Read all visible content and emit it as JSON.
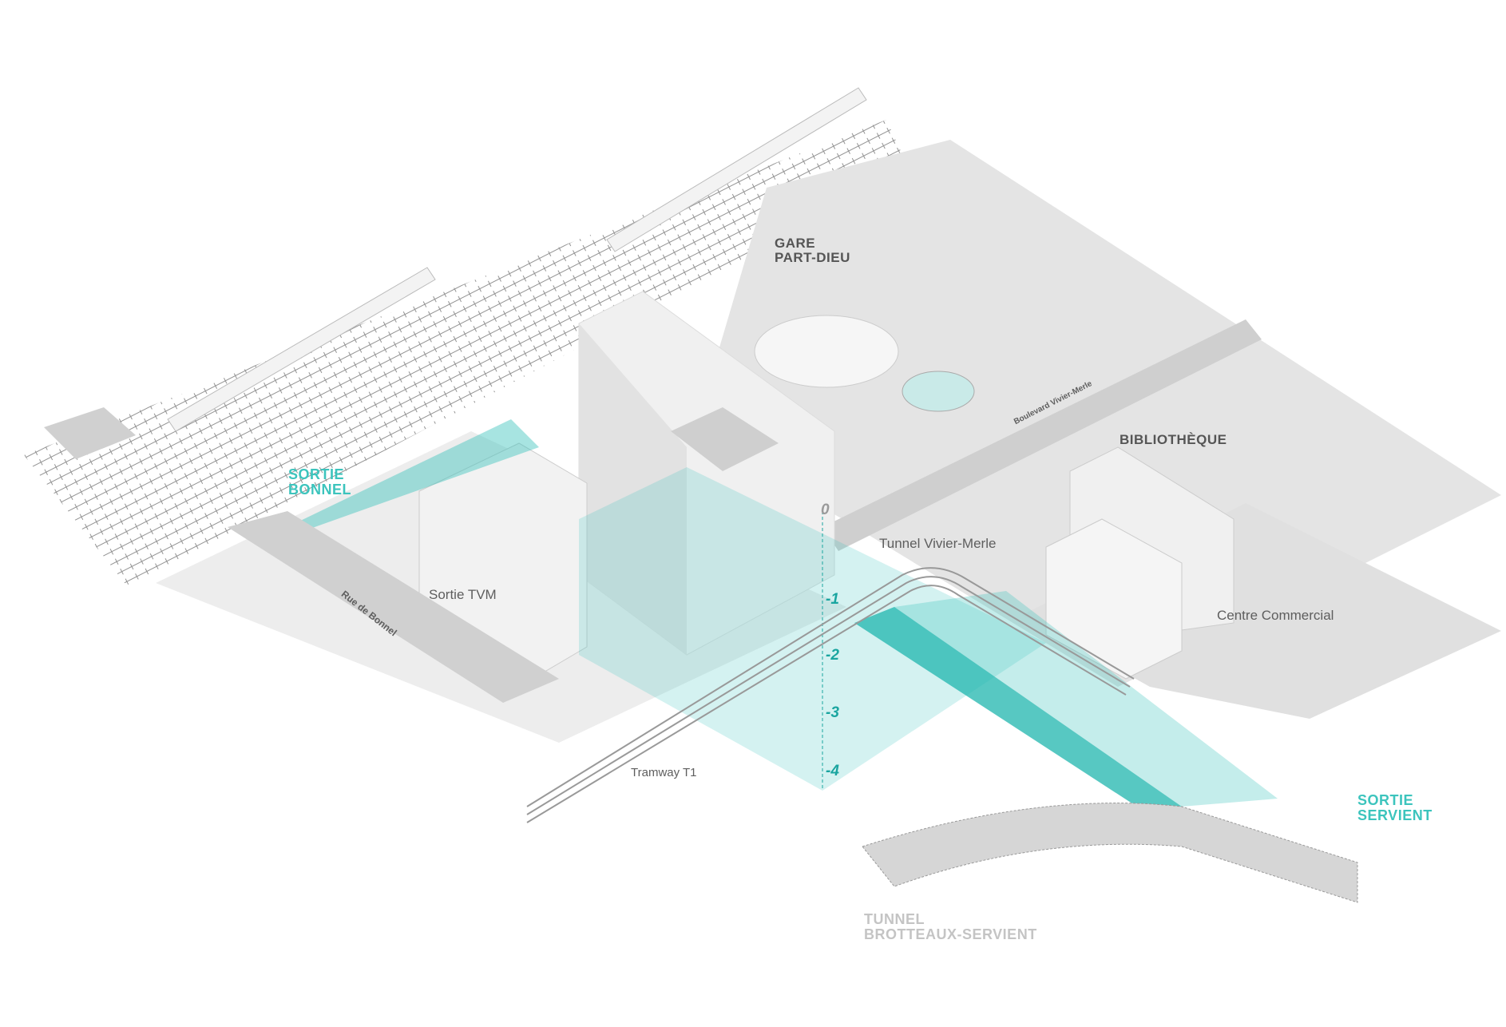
{
  "title": "Gare Part-Dieu underground levels and tunnel exits",
  "labels": {
    "sortie_bonnel": [
      "SORTIE",
      "BONNEL"
    ],
    "gare": [
      "GARE",
      "PART-DIEU"
    ],
    "bibliotheque": "BIBLIOTHÈQUE",
    "boulevard": "Boulevard Vivier-Merle",
    "tunnel_vivier_merle": "Tunnel Vivier-Merle",
    "centre_commercial": "Centre Commercial",
    "sortie_tvm": "Sortie TVM",
    "rue_de_bonnel": "Rue de Bonnel",
    "tramway": "Tramway T1",
    "sortie_servient": [
      "SORTIE",
      "SERVIENT"
    ],
    "tunnel_brotteaux": [
      "TUNNEL",
      "BROTTEAUX-SERVIENT"
    ]
  },
  "levels": [
    "0",
    "-1",
    "-2",
    "-3",
    "-4"
  ],
  "colors": {
    "accent": "#3cc4bd",
    "accent_dark": "#1aa5a0",
    "ground": "#e2e2e2",
    "building": "#efefef",
    "text": "#555555"
  }
}
